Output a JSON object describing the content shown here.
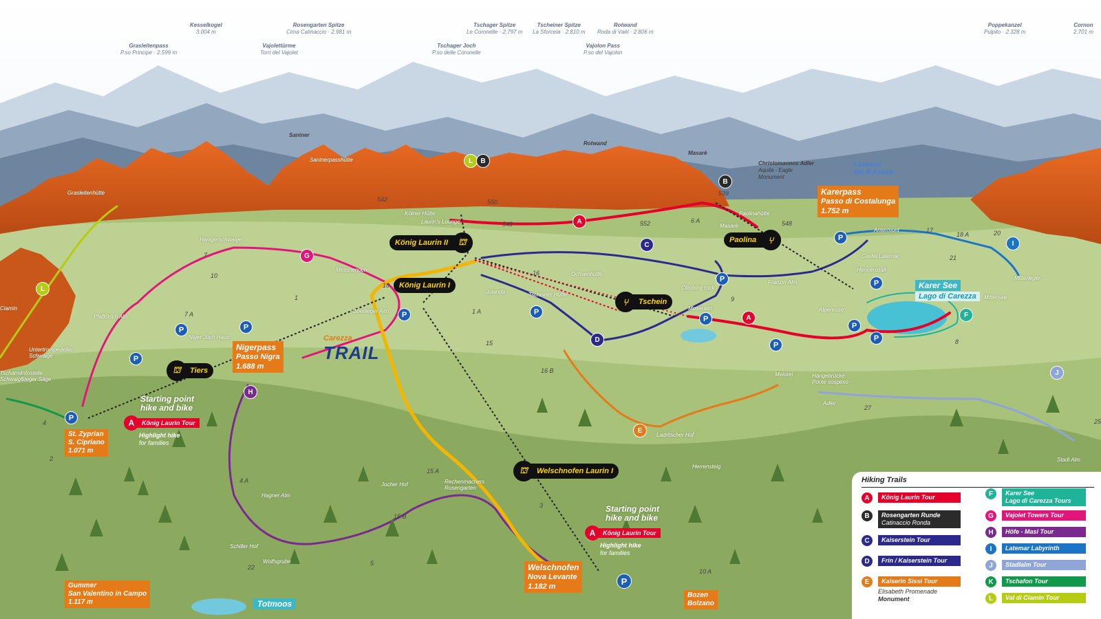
{
  "peaks": [
    {
      "name": "Grasleitenpass",
      "sub": "P.so Principe · 2.599 m"
    },
    {
      "name": "Kesselkogel",
      "sub": "3.004 m"
    },
    {
      "name": "Vajolettürme",
      "sub": "Torri del Vajolet"
    },
    {
      "name": "Rosengarten Spitze",
      "sub": "Cima Catinaccio · 2.981 m"
    },
    {
      "name": "Tschager Joch",
      "sub": "P.so delle Coronelle"
    },
    {
      "name": "Tschager Spitze",
      "sub": "Le Coronelle · 2.797 m"
    },
    {
      "name": "Tscheiner Spitze",
      "sub": "La Sforcela · 2.810 m"
    },
    {
      "name": "Vajolon Pass",
      "sub": "P.so del Vajolon"
    },
    {
      "name": "Rotwand",
      "sub": "Roda di Vaèl · 2.806 m"
    },
    {
      "name": "Poppekanzel",
      "sub": "Pulpito · 2.328 m"
    },
    {
      "name": "Cornon",
      "sub": "2.701 m"
    }
  ],
  "places": {
    "santner": "Santner",
    "santnerpasshuette": "Santnerpasshütte",
    "rotwand": "Rotwand",
    "masare_top": "Masarè",
    "adler": "Christomannos Adler",
    "adler2": "Aquila - Eagle",
    "adler3": "Monument",
    "fassatal": "Fassatal",
    "fassatal2": "Val di Fassa",
    "grasleiten": "Grasleitenhütte",
    "koelner": "Kölner Hütte",
    "laurins": "Laurin's Lounge",
    "hanigerschwaige": "Hanigerschwaige",
    "messnerjoch": "Messnerjoch",
    "paolinahuette": "Paolinahütte",
    "masare": "Masarè",
    "antermont": "Antermont",
    "castel": "Castel Latemar",
    "hennenstall": "Hennenstall",
    "mitterleger": "Mitterleger",
    "mittersee": "Mittersee",
    "ochsenhuette": "Ochsenhütte",
    "jolanda": "Jolanda",
    "tscheinerhuette": "Tscheiner Hütte",
    "climbing": "Climbing rock",
    "franzin": "Franzin Alm",
    "oberlieger": "Oberlieger Alm",
    "moseralm": "Moseralm",
    "alpenrose": "Alpenrose",
    "pfafloetsch": "Pfaflötsch Alm",
    "nigerjochhaus": "Niger Joch Haus",
    "untertrompe": "Untertrompedeller",
    "untertrompe2": "Schwaige",
    "schamin": "Tschamin",
    "schamin2": "Schwaige",
    "infostelle": "Infostelle",
    "steger": "Steger Säge",
    "ciamin": "Ciamin",
    "meiorei": "Meiorei",
    "haengebruecke": "Hängebrücke",
    "haengebruecke2": "Ponte sospeso",
    "adlerbottom": "Adler",
    "ladritscher": "Ladritscher Hof",
    "herrensteig": "Herrensteig",
    "stadl": "Stadl Alm",
    "hagner": "Hagner Alm",
    "jocher": "Jocher Hof",
    "rechenmacher": "Rechenmachers",
    "rechenmacher2": "Rosengarten",
    "schiller": "Schiller Hof",
    "wolfsgrube": "Wolfsgrube"
  },
  "lifts": {
    "koenig2": "König Laurin II",
    "koenig1": "König Laurin I",
    "paolina": "Paolina",
    "tschein": "Tschein",
    "tiers": "Tiers",
    "welsch": "Welschnofen Laurin I"
  },
  "passes": {
    "karer": [
      "Karerpass",
      "Passo di Costalunga",
      "1.752 m"
    ],
    "niger": [
      "Nigerpass",
      "Passo Nigra",
      "1.688 m"
    ],
    "zyprian": [
      "St. Zyprian",
      "S. Cipriano",
      "1.071 m"
    ],
    "welschnofen": [
      "Welschnofen",
      "Nova Levante",
      "1.182 m"
    ],
    "gummer": [
      "Gummer",
      "San Valentino in Campo",
      "1.117 m"
    ],
    "bozen": [
      "Bozen",
      "Bolzano"
    ]
  },
  "lake": {
    "name": "Karer See",
    "sub": "Lago di Carezza"
  },
  "totmoos": "Totmoos",
  "logo": {
    "top": "Carezza",
    "main": "TRAIL"
  },
  "start_left": {
    "head1": "Starting point",
    "head2": "hike and bike",
    "letter": "A",
    "tour": "König Laurin Tour",
    "hl1": "Highlight hike",
    "hl2": "for families"
  },
  "start_right": {
    "head1": "Starting point",
    "head2": "hike and bike",
    "letter": "A",
    "tour": "König Laurin Tour",
    "hl1": "Highlight hike",
    "hl2": "for families"
  },
  "route_tags": [
    "L",
    "B",
    "B",
    "A",
    "C",
    "G",
    "D",
    "E",
    "H",
    "A",
    "F",
    "I",
    "J",
    "A",
    "L"
  ],
  "trail_numbers": [
    "542",
    "550",
    "549",
    "552",
    "548",
    "539",
    "9",
    "6 A",
    "3",
    "15",
    "18",
    "16",
    "1 A",
    "10",
    "7",
    "7 A",
    "2",
    "4",
    "22",
    "15 A",
    "15 B",
    "4 A",
    "5",
    "17",
    "18 A",
    "20",
    "21",
    "27",
    "25",
    "10 A",
    "16 B",
    "8",
    "1"
  ],
  "legend": {
    "title": "Hiking Trails",
    "items": [
      {
        "letter": "A",
        "color": "#e4002b",
        "label": "König Laurin Tour",
        "sub": ""
      },
      {
        "letter": "B",
        "color": "#2b2b2b",
        "label": "Rosengarten Runde",
        "sub": "Catinaccio Ronda"
      },
      {
        "letter": "C",
        "color": "#2b2a8c",
        "label": "Kaiserstein Tour",
        "sub": ""
      },
      {
        "letter": "D",
        "color": "#2b2a8c",
        "label": "Frin / Kaiserstein Tour",
        "sub": ""
      },
      {
        "letter": "E",
        "color": "#e57a19",
        "label": "Kaiserin Sissi Tour",
        "sub": "",
        "note1": "Elisabeth Promenade",
        "note2": "Monument"
      },
      {
        "letter": "F",
        "color": "#1fb39a",
        "label": "Karer See",
        "sub": "Lago di Carezza Tours"
      },
      {
        "letter": "G",
        "color": "#e2157a",
        "label": "Vajolet Towers Tour",
        "sub": ""
      },
      {
        "letter": "H",
        "color": "#7a2a8e",
        "label": "Höfe - Masi Tour",
        "sub": ""
      },
      {
        "letter": "I",
        "color": "#1b74c6",
        "label": "Latemar Labyrinth",
        "sub": ""
      },
      {
        "letter": "J",
        "color": "#8fa5d8",
        "label": "Stadlalm Tour",
        "sub": ""
      },
      {
        "letter": "K",
        "color": "#12984a",
        "label": "Tschafon Tour",
        "sub": ""
      },
      {
        "letter": "L",
        "color": "#b6cc12",
        "label": "Val di Ciamin Tour",
        "sub": ""
      }
    ]
  },
  "colors": {
    "red": "#e4002b",
    "pink": "#e2157a",
    "purple": "#7a2a8e",
    "navy": "#2b2a8c",
    "orange": "#e57a19",
    "yellow": "#f2b500",
    "blue": "#1b74c6",
    "green": "#12984a",
    "lime": "#b6cc12",
    "teal": "#1fb39a",
    "rock": "#d85a18",
    "meadow": "#a9c27a"
  }
}
